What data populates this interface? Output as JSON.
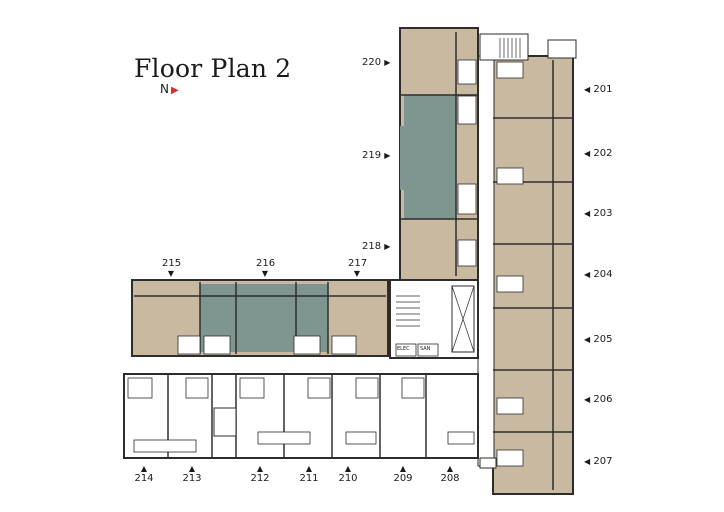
{
  "title": "Floor Plan 2",
  "north": {
    "letter": "N",
    "arrow": "▶"
  },
  "colors": {
    "unit": "#c9b9a0",
    "suite": "#7f9690",
    "wall": "#2d2d2d",
    "corridor": "#ffffff"
  },
  "units_right": [
    "201",
    "202",
    "203",
    "204",
    "205",
    "206",
    "207"
  ],
  "units_left_tower": [
    "220",
    "219",
    "218"
  ],
  "units_middle_top": [
    "215",
    "216",
    "217"
  ],
  "units_bottom": [
    "214",
    "213",
    "212",
    "211",
    "210",
    "209",
    "208"
  ],
  "core_labels": {
    "elec": "ELEC",
    "sani": "SAN"
  },
  "markers": {
    "left": "◀",
    "right": "▶",
    "down": "▼",
    "up": "▲"
  }
}
